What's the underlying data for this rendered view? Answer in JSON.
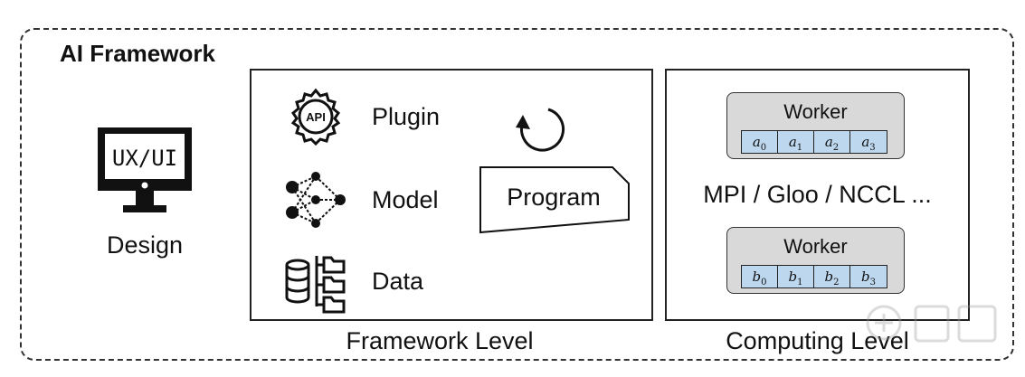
{
  "title": "AI Framework",
  "design": {
    "label": "Design",
    "screen_text": "UX/UI",
    "icon": "monitor-icon"
  },
  "framework": {
    "label": "Framework Level",
    "items": [
      {
        "label": "Plugin",
        "icon": "api-gear-icon",
        "icon_text": "API"
      },
      {
        "label": "Model",
        "icon": "neural-network-icon"
      },
      {
        "label": "Data",
        "icon": "database-icon"
      }
    ],
    "program": {
      "label": "Program",
      "icon": "refresh-icon"
    }
  },
  "computing": {
    "label": "Computing Level",
    "communication": "MPI / Gloo / NCCL ...",
    "workers": [
      {
        "title": "Worker",
        "cells": [
          {
            "base": "a",
            "sub": "0"
          },
          {
            "base": "a",
            "sub": "1"
          },
          {
            "base": "a",
            "sub": "2"
          },
          {
            "base": "a",
            "sub": "3"
          }
        ]
      },
      {
        "title": "Worker",
        "cells": [
          {
            "base": "b",
            "sub": "0"
          },
          {
            "base": "b",
            "sub": "1"
          },
          {
            "base": "b",
            "sub": "2"
          },
          {
            "base": "b",
            "sub": "3"
          }
        ]
      }
    ]
  },
  "colors": {
    "cell_fill": "#bdd7ee",
    "worker_fill": "#d9d9d9",
    "border": "#222222"
  }
}
